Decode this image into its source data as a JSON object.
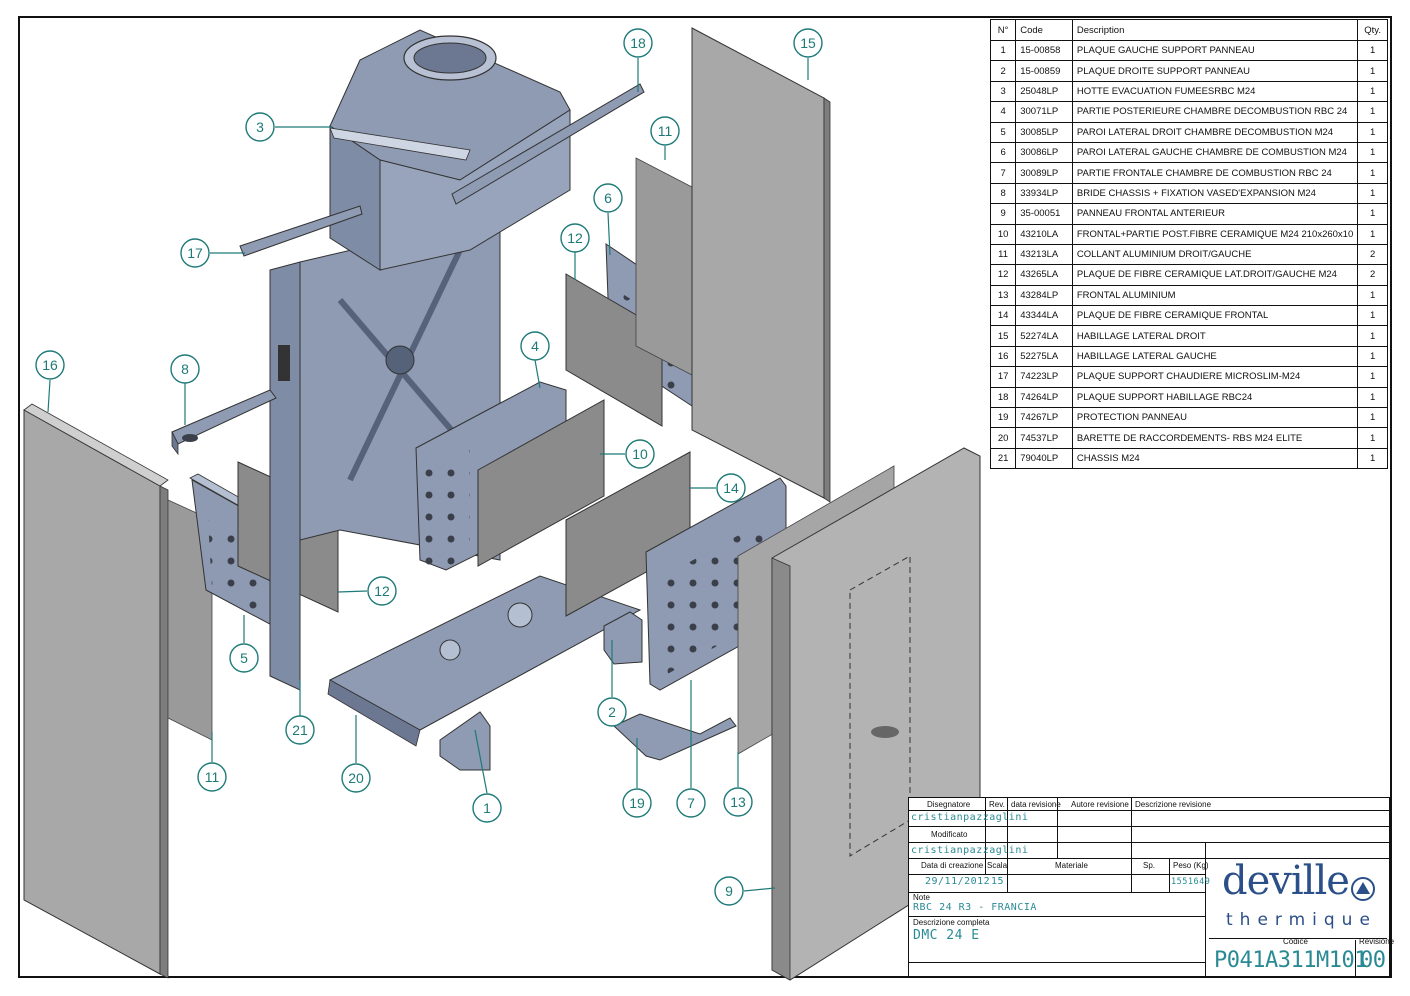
{
  "parts_table": {
    "headers": [
      "N°",
      "Code",
      "Description",
      "Qty."
    ],
    "rows": [
      [
        "1",
        "15-00858",
        "PLAQUE GAUCHE SUPPORT PANNEAU",
        "1"
      ],
      [
        "2",
        "15-00859",
        "PLAQUE DROITE SUPPORT PANNEAU",
        "1"
      ],
      [
        "3",
        "25048LP",
        "HOTTE EVACUATION FUMEESRBC M24",
        "1"
      ],
      [
        "4",
        "30071LP",
        "PARTIE POSTERIEURE CHAMBRE DECOMBUSTION RBC 24",
        "1"
      ],
      [
        "5",
        "30085LP",
        "PAROI LATERAL DROIT CHAMBRE DECOMBUSTION M24",
        "1"
      ],
      [
        "6",
        "30086LP",
        "PAROI LATERAL GAUCHE CHAMBRE DE COMBUSTION M24",
        "1"
      ],
      [
        "7",
        "30089LP",
        "PARTIE FRONTALE CHAMBRE DE COMBUSTION RBC 24",
        "1"
      ],
      [
        "8",
        "33934LP",
        "BRIDE CHASSIS + FIXATION VASED'EXPANSION M24",
        "1"
      ],
      [
        "9",
        "35-00051",
        "PANNEAU FRONTAL ANTERIEUR",
        "1"
      ],
      [
        "10",
        "43210LA",
        "FRONTAL+PARTIE POST.FIBRE CERAMIQUE M24 210x260x10",
        "1"
      ],
      [
        "11",
        "43213LA",
        "COLLANT ALUMINIUM DROIT/GAUCHE",
        "2"
      ],
      [
        "12",
        "43265LA",
        "PLAQUE DE FIBRE CERAMIQUE LAT.DROIT/GAUCHE M24",
        "2"
      ],
      [
        "13",
        "43284LP",
        "FRONTAL ALUMINIUM",
        "1"
      ],
      [
        "14",
        "43344LA",
        "PLAQUE DE FIBRE CERAMIQUE FRONTAL",
        "1"
      ],
      [
        "15",
        "52274LA",
        "HABILLAGE LATERAL DROIT",
        "1"
      ],
      [
        "16",
        "52275LA",
        "HABILLAGE LATERAL GAUCHE",
        "1"
      ],
      [
        "17",
        "74223LP",
        "PLAQUE SUPPORT CHAUDIERE MICROSLIM-M24",
        "1"
      ],
      [
        "18",
        "74264LP",
        "PLAQUE SUPPORT HABILLAGE RBC24",
        "1"
      ],
      [
        "19",
        "74267LP",
        "PROTECTION PANNEAU",
        "1"
      ],
      [
        "20",
        "74537LP",
        "BARETTE DE RACCORDEMENTS- RBS M24 ELITE",
        "1"
      ],
      [
        "21",
        "79040LP",
        "CHASSIS M24",
        "1"
      ]
    ]
  },
  "callouts": [
    "1",
    "2",
    "3",
    "4",
    "5",
    "6",
    "7",
    "8",
    "9",
    "10",
    "11",
    "11",
    "12",
    "12",
    "13",
    "14",
    "15",
    "16",
    "17",
    "18",
    "19",
    "20",
    "21"
  ],
  "title_block": {
    "designer_label": "Disegnatore",
    "designer": "cristianpazzaglini",
    "modified_label": "Modificato",
    "modified_by": "cristianpazzaglini",
    "rev_label": "Rev.",
    "rev_date_label": "data revisione",
    "rev_author_label": "Autore revisione",
    "rev_desc_label": "Descrizione revisione",
    "creation_date_label": "Data di creazione",
    "creation_date": "29/11/2012",
    "scale_label": "Scala",
    "scale": "15",
    "material_label": "Materiale",
    "thickness_label": "Sp.",
    "weight_label": "Peso (Kg)",
    "weight": "1551649",
    "note_label": "Note",
    "note": "RBC 24 R3 - FRANCIA",
    "full_desc_label": "Descrizione completa",
    "full_desc": "DMC 24 E",
    "code_label": "Codice",
    "code": "P041A311M101",
    "revision_label": "Revisione",
    "revision": "00",
    "brand_line1": "deville",
    "brand_line2": "thermique"
  },
  "colors": {
    "callout": "#1e7a78",
    "metal": "#8e9bb3",
    "metal_dark": "#6c7892",
    "panel": "#a3a3a3",
    "ceramic": "#8a8a8a",
    "brand": "#2b4f88",
    "handwriting": "#2a8a94"
  }
}
